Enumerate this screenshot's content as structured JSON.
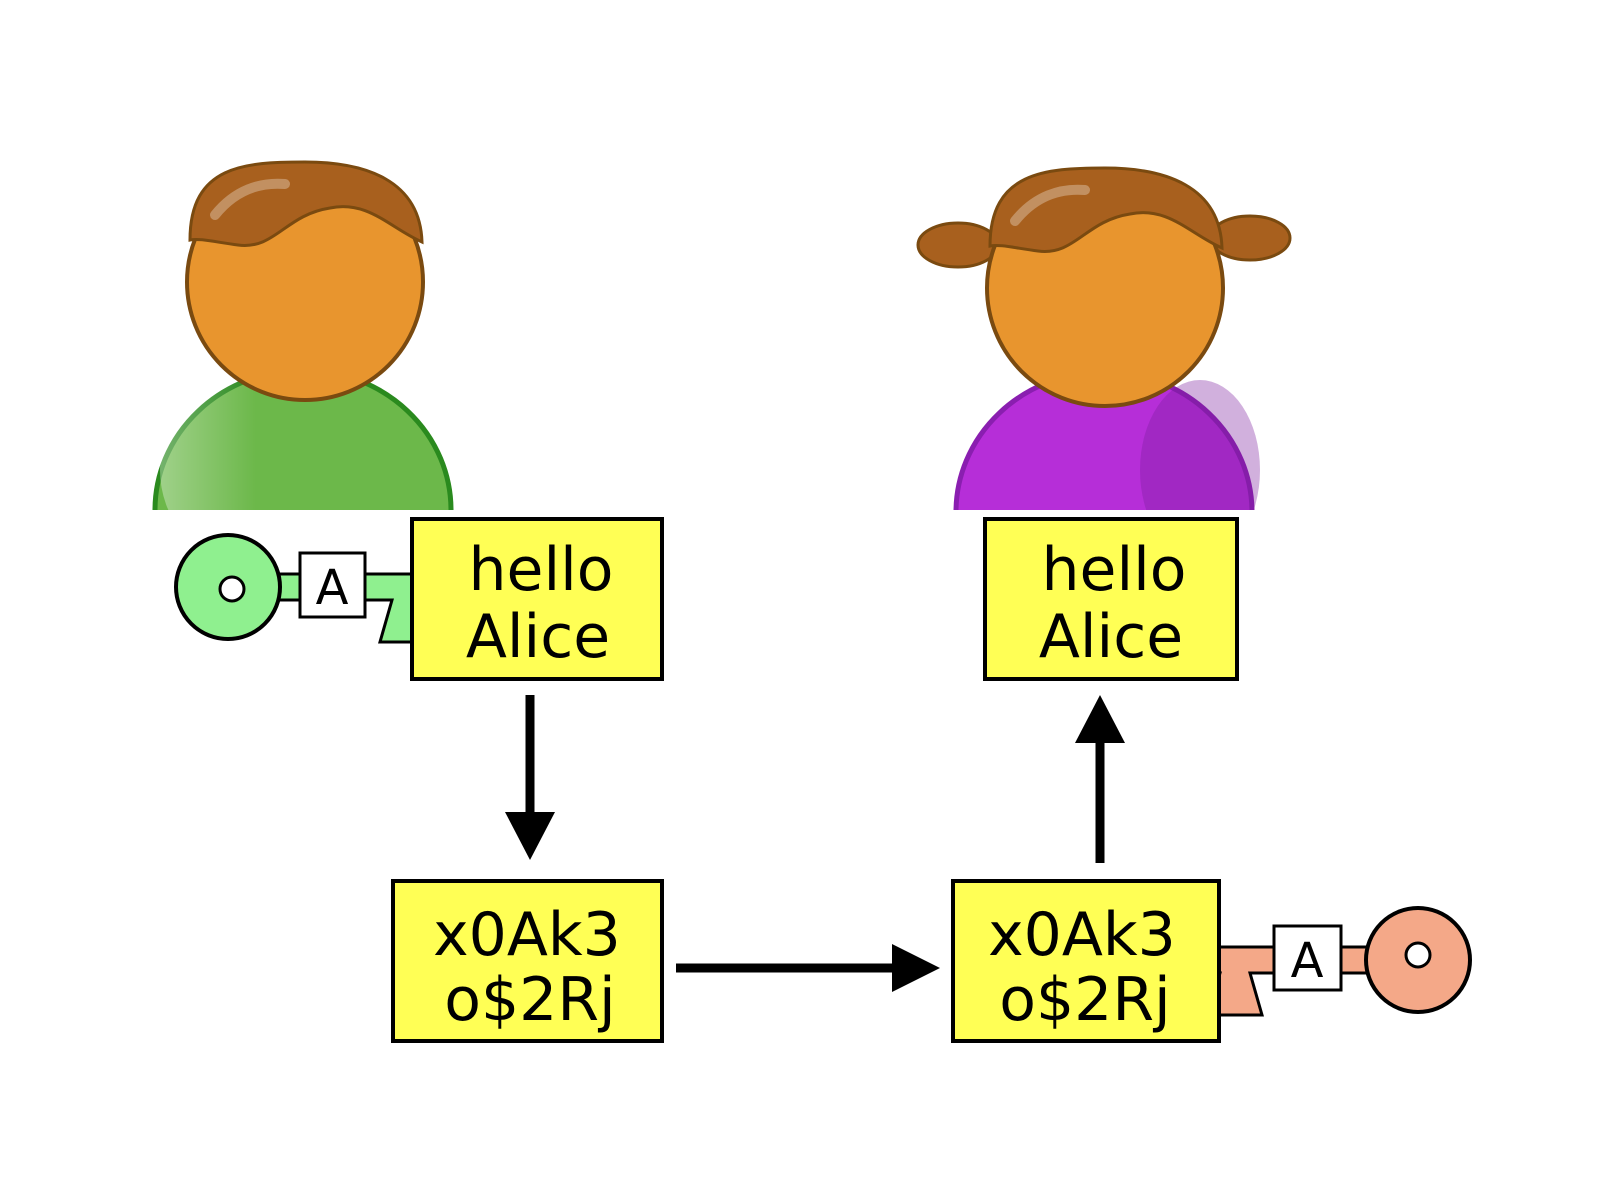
{
  "colors": {
    "background": "#ffffff",
    "skin": "#e8952e",
    "skin_outline": "#7a4a10",
    "hair": "#a8601e",
    "sender_body": "#6cb84a",
    "sender_body_outline": "#2a8a1e",
    "receiver_body": "#b62ed8",
    "receiver_body_outline": "#8a1eb0",
    "message_box": "#ffff55",
    "outline": "#000000",
    "sender_key": "#8ff08f",
    "receiver_key": "#f4a888"
  },
  "icons": {
    "sender": "boy-person-icon",
    "receiver": "girl-person-icon",
    "sender_key": "key-icon",
    "receiver_key": "key-icon",
    "arrows": "arrow-icon"
  },
  "plaintext_sender": {
    "line1": "hello",
    "line2": "Alice"
  },
  "ciphertext_sent": {
    "line1": "x0Ak3",
    "line2": "o$2Rj"
  },
  "ciphertext_received": {
    "line1": "x0Ak3",
    "line2": "o$2Rj"
  },
  "plaintext_receiver": {
    "line1": "hello",
    "line2": "Alice"
  },
  "sender_key": {
    "label": "A"
  },
  "receiver_key": {
    "label": "A"
  }
}
